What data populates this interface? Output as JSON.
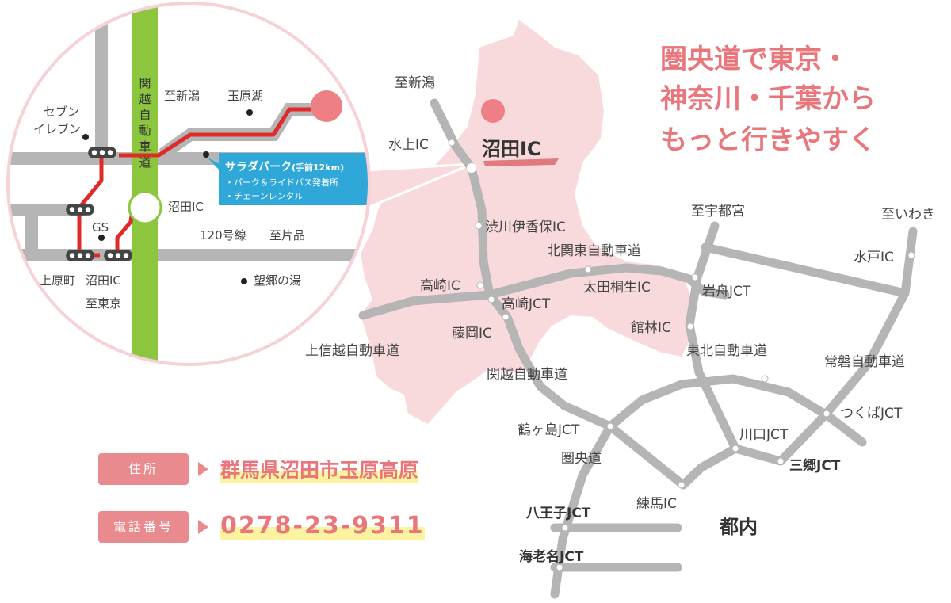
{
  "headline": [
    "圏央道で東京・",
    "神奈川・千葉から",
    "もっと行きやすく"
  ],
  "map": {
    "destination": "沼田IC",
    "center_label": "都内",
    "directions": {
      "niigata": "至新潟",
      "utsunomiya": "至宇都宮",
      "iwaki": "至いわき"
    },
    "interchanges": {
      "minakami": "水上IC",
      "shibukawa": "渋川伊香保IC",
      "takasaki": "高崎IC",
      "takasaki_jct": "高崎JCT",
      "fujioka": "藤岡IC",
      "ota": "太田桐生IC",
      "tatebayashi": "館林IC",
      "iwafune": "岩舟JCT",
      "mito": "水戸IC",
      "tsurugashima": "鶴ヶ島JCT",
      "kawaguchi": "川口JCT",
      "tsukuba": "つくばJCT",
      "misato": "三郷JCT",
      "nerima": "練馬IC",
      "hachioji": "八王子JCT",
      "ebina": "海老名JCT"
    },
    "expressways": {
      "kitakanto": "北関東自動車道",
      "joshinetsu": "上信越自動車道",
      "kanetsu": "関越自動車道",
      "tohoku": "東北自動車道",
      "joban": "常磐自動車道",
      "kenodo": "圏央道"
    }
  },
  "inset": {
    "expressway": "関越自動車道",
    "to_niigata": "至新潟",
    "lake": "玉原湖",
    "seven_eleven": [
      "セブン",
      "イレブン"
    ],
    "ic": "沼田IC",
    "gs": "GS",
    "route": "120号線",
    "to_katashina": "至片品",
    "kamiharamachi": "上原町",
    "ic_bottom": "沼田IC",
    "to_tokyo": "至東京",
    "onsen": "望郷の湯",
    "callout": {
      "title": "サラダパーク",
      "title_note": "(手前12km)",
      "items": [
        "・パーク＆ライドバス発着所",
        "・チェーンレンタル"
      ]
    }
  },
  "info": {
    "address_label": "住所",
    "address": "群馬県沼田市玉原高原",
    "phone_label": "電話番号",
    "phone": "0278-23-9311"
  },
  "colors": {
    "gunma_fill": "#f8dadd",
    "road": "#b5b5b5",
    "highlight": "#e07a7f",
    "route": "#e02a2a",
    "expressway": "#8cc63f",
    "callout": "#2fa7d8",
    "marker": "#ee8085",
    "text_highlight": "#fbf3a0"
  }
}
